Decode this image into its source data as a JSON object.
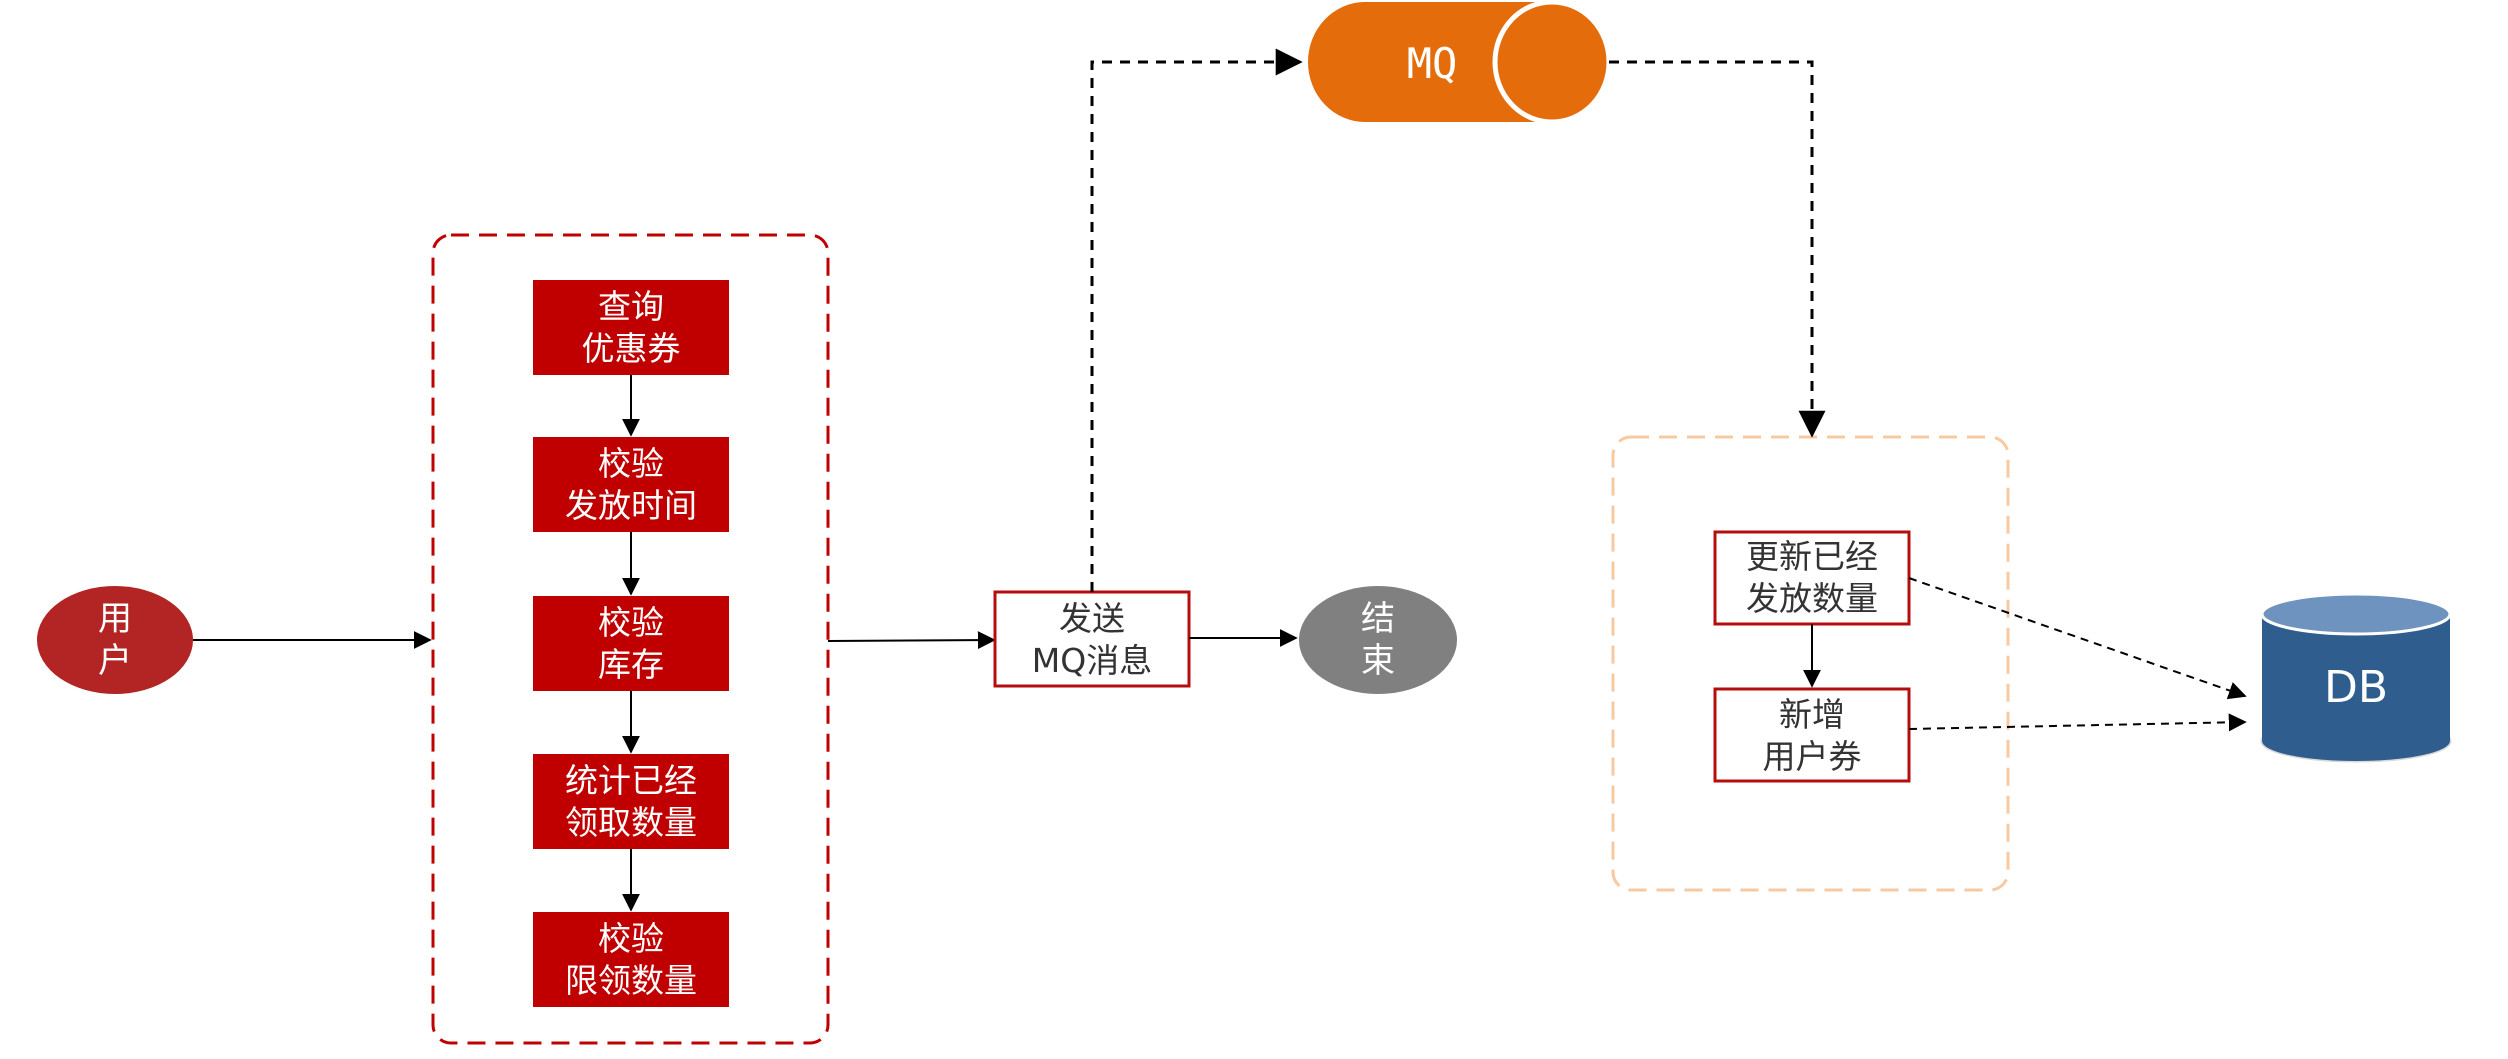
{
  "colors": {
    "red_fill": "#c00000",
    "red_border": "#b40d0d",
    "user_fill": "#b32424",
    "end_fill": "#808080",
    "mq_fill": "#e46c0a",
    "db_fill": "#2e5d8e",
    "db_top": "#6f93bf",
    "orange_dash": "#f7c9a0",
    "red_dash": "#c00000",
    "arrow": "#000000"
  },
  "nodes": {
    "user": {
      "line1": "用",
      "line2": "户"
    },
    "query_coupon": {
      "line1": "查询",
      "line2": "优惠券"
    },
    "check_time": {
      "line1": "校验",
      "line2": "发放时间"
    },
    "check_stock": {
      "line1": "校验",
      "line2": "库存"
    },
    "count_received": {
      "line1": "统计已经",
      "line2": "领取数量"
    },
    "check_limit": {
      "line1": "校验",
      "line2": "限领数量"
    },
    "send_mq": {
      "line1": "发送",
      "line2": "MQ消息"
    },
    "end": {
      "line1": "结",
      "line2": "束"
    },
    "mq": {
      "label": "MQ"
    },
    "update_issued": {
      "line1": "更新已经",
      "line2": "发放数量"
    },
    "add_user_coupon": {
      "line1": "新增",
      "line2": "用户券"
    },
    "db": {
      "label": "DB"
    }
  }
}
